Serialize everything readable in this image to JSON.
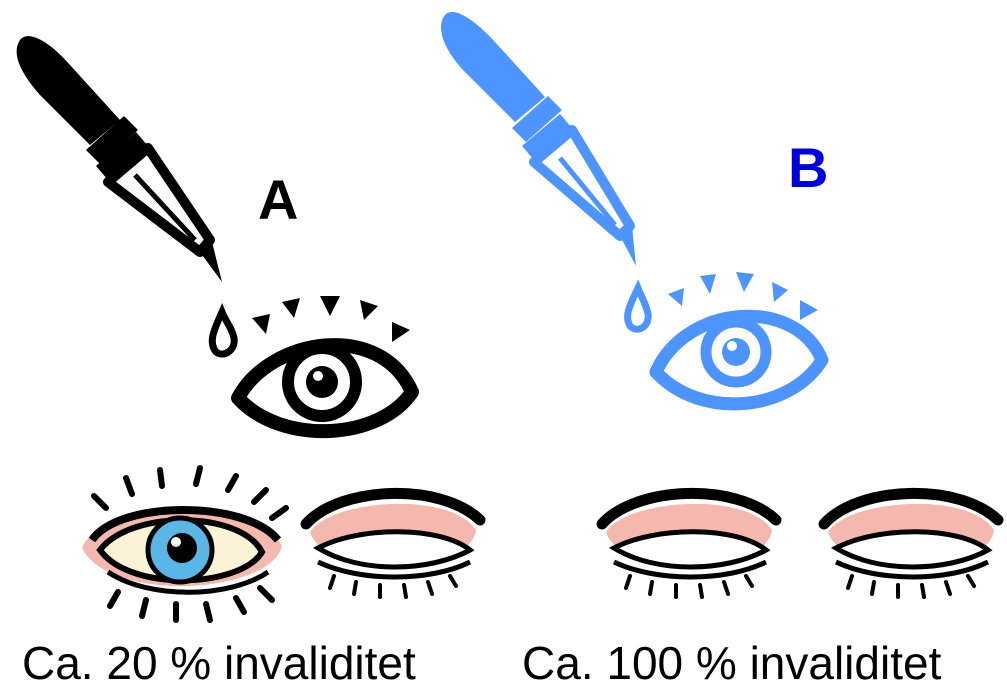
{
  "labels": {
    "a": "A",
    "b": "B"
  },
  "captions": {
    "a": "Ca. 20 % invaliditet",
    "b": "Ca. 100 % invaliditet"
  },
  "colors": {
    "scenario_a": "#000000",
    "scenario_b": "#4d94ff",
    "label_b": "#0000dd",
    "eyelid_skin": "#f4b8ae",
    "iris": "#5ab6e6"
  },
  "icons": [
    "dropper-icon",
    "drop-icon",
    "eye-icon",
    "open-eye-icon",
    "closed-eye-icon"
  ]
}
